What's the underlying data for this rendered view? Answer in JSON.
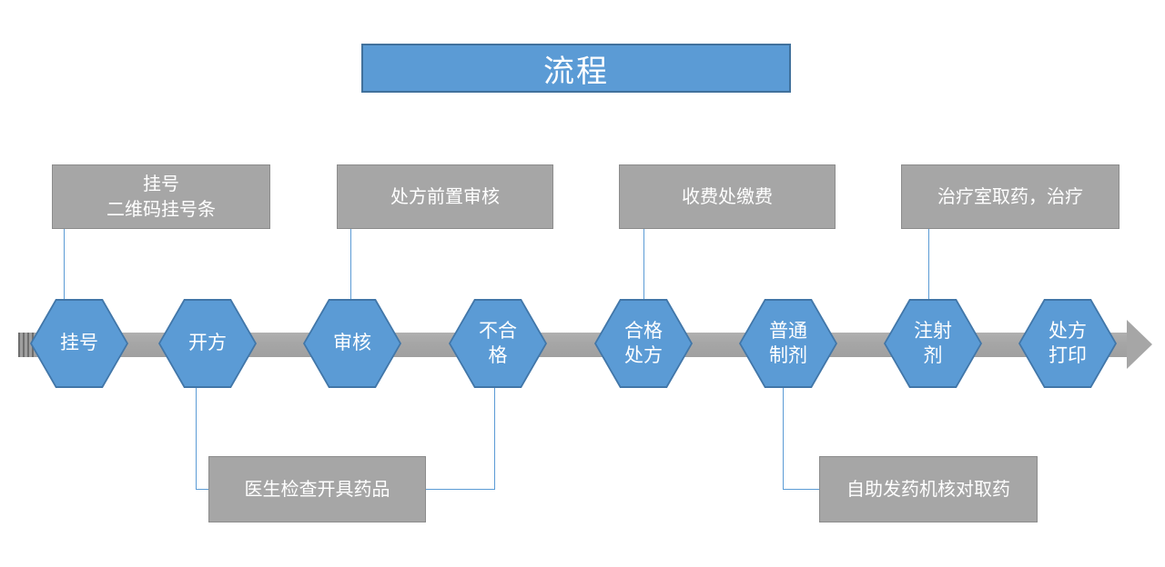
{
  "title": {
    "label": "流程"
  },
  "colors": {
    "accent_blue": "#5b9bd5",
    "blue_border": "#41719c",
    "gray_fill": "#a6a6a6",
    "gray_border": "#8c8c8c",
    "connector_blue": "#5b9bd5",
    "text_white": "#ffffff"
  },
  "top_labels": [
    {
      "text": "挂号\n二维码挂号条"
    },
    {
      "text": "处方前置审核"
    },
    {
      "text": "收费处缴费"
    },
    {
      "text": "治疗室取药，治疗"
    }
  ],
  "timeline": {
    "nodes": [
      {
        "label": "挂号"
      },
      {
        "label": "开方"
      },
      {
        "label": "审核"
      },
      {
        "label": "不合\n格"
      },
      {
        "label": "合格\n处方"
      },
      {
        "label": "普通\n制剂"
      },
      {
        "label": "注射\n剂"
      },
      {
        "label": "处方\n打印"
      }
    ]
  },
  "bottom_labels": [
    {
      "text": "医生检查开具药品"
    },
    {
      "text": "自助发药机核对取药"
    }
  ]
}
